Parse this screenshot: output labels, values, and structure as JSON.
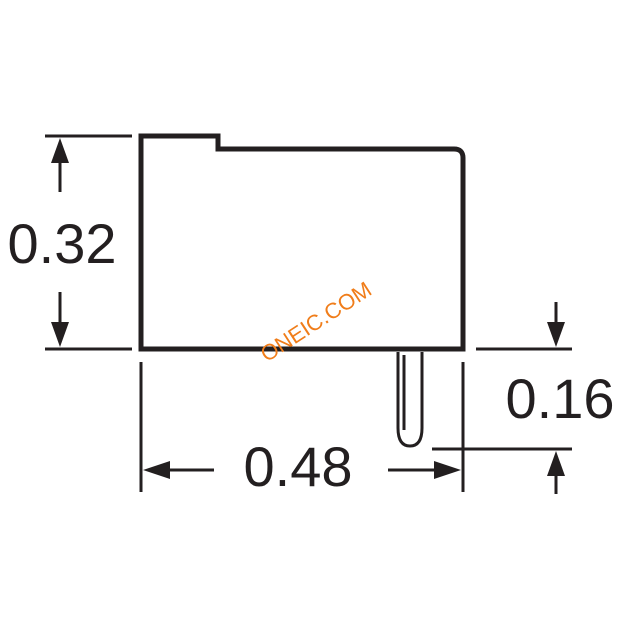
{
  "dimensions": {
    "height": "0.32",
    "width": "0.48",
    "pin_length": "0.16"
  },
  "watermark": "ONEIC.COM",
  "colors": {
    "line": "#231f20",
    "watermark": "#f07d1a"
  }
}
